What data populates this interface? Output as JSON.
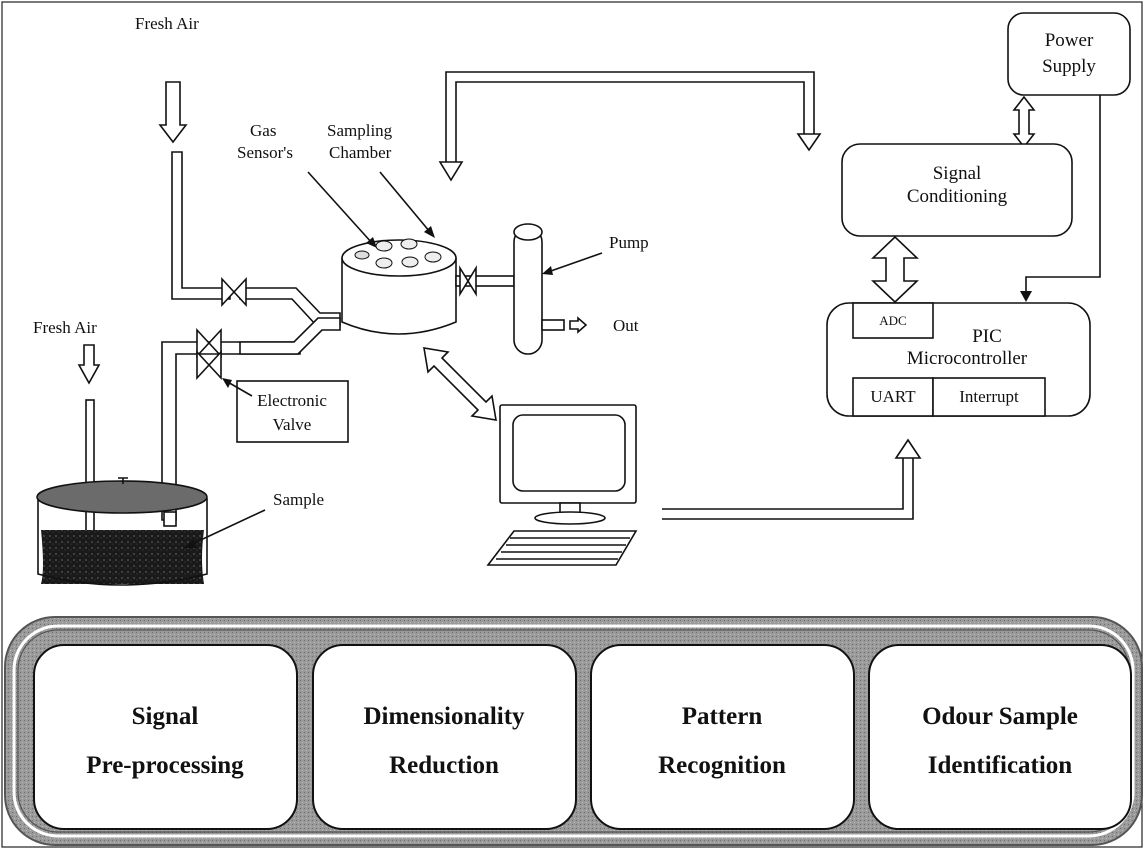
{
  "labels": {
    "fresh_air_top": "Fresh Air",
    "fresh_air_left": "Fresh Air",
    "gas_sensor_line1": "Gas",
    "gas_sensor_line2": "Sensor's",
    "sampling_chamber_line1": "Sampling",
    "sampling_chamber_line2": "Chamber",
    "pump": "Pump",
    "out": "Out",
    "electronic_valve_line1": "Electronic",
    "electronic_valve_line2": "Valve",
    "sample": "Sample",
    "power_supply_line1": "Power",
    "power_supply_line2": "Supply",
    "signal_conditioning_line1": "Signal",
    "signal_conditioning_line2": "Conditioning",
    "adc": "ADC",
    "pic_line1": "PIC",
    "pic_line2": "Microcontroller",
    "uart": "UART",
    "interrupt": "Interrupt"
  },
  "processing_stages": [
    {
      "line1": "Signal",
      "line2": "Pre-processing"
    },
    {
      "line1": "Dimensionality",
      "line2": "Reduction"
    },
    {
      "line1": "Pattern",
      "line2": "Recognition"
    },
    {
      "line1": "Odour Sample",
      "line2": "Identification"
    }
  ]
}
